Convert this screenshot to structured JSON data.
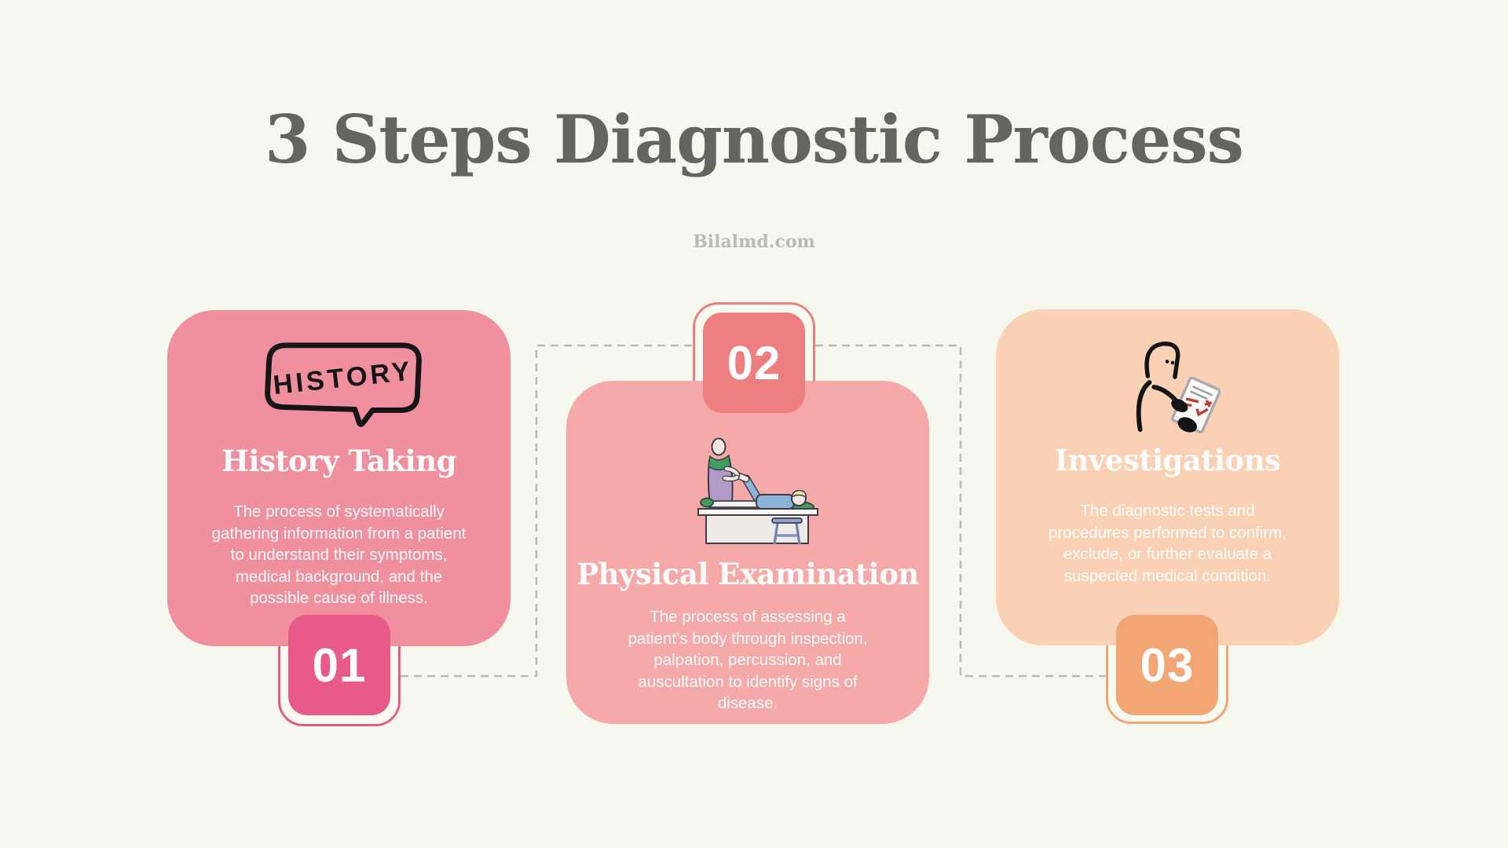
{
  "header": {
    "title": "3 Steps Diagnostic Process",
    "website": "Bilalmd.com",
    "title_color": "#66645e",
    "website_color": "#b8bcb0"
  },
  "connector": {
    "color": "#b9b9b9",
    "style": "dashed"
  },
  "background_color": "#f7f8ed",
  "steps": [
    {
      "number": "01",
      "title": "History Taking",
      "description": "The process of systematically\ngathering information from a patient\nto understand their symptoms,\nmedical background, and the\npossible cause of illness.",
      "card_color": "#f0909e",
      "badge_color": "#e8598c",
      "icon": "history-speech-bubble",
      "icon_label": "HISTORY"
    },
    {
      "number": "02",
      "title": "Physical Examination",
      "description": "The process of assessing a\npatient’s body through inspection,\npalpation, percussion, and\nauscultation to identify signs of\ndisease.",
      "card_color": "#f5a9a8",
      "badge_color": "#ee7f80",
      "icon": "doctor-examining-patient-illustration"
    },
    {
      "number": "03",
      "title": "Investigations",
      "description": "The diagnostic tests and\nprocedures performed to confirm,\nexclude, or further evaluate a\nsuspected medical condition.",
      "card_color": "#fad1b4",
      "badge_color": "#f2a674",
      "icon": "person-reading-test-results-illustration"
    }
  ]
}
